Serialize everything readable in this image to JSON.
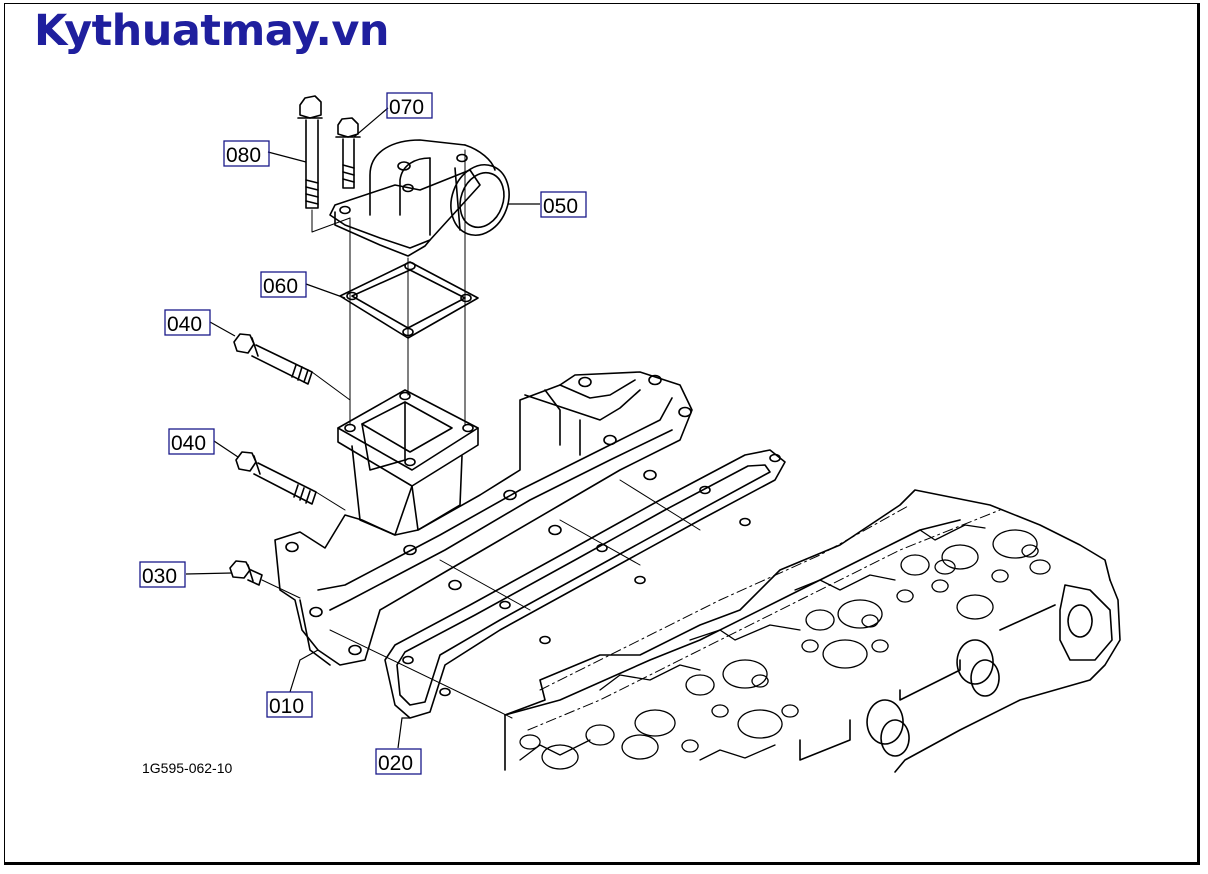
{
  "header": {
    "site_title": "Kythuatmay.vn"
  },
  "diagram": {
    "figure_code": "1G595-062-10",
    "callouts": [
      {
        "id": "080",
        "label": "080"
      },
      {
        "id": "070",
        "label": "070"
      },
      {
        "id": "050",
        "label": "050"
      },
      {
        "id": "060",
        "label": "060"
      },
      {
        "id": "040a",
        "label": "040"
      },
      {
        "id": "040b",
        "label": "040"
      },
      {
        "id": "030",
        "label": "030"
      },
      {
        "id": "010",
        "label": "010"
      },
      {
        "id": "020",
        "label": "020"
      }
    ]
  },
  "colors": {
    "brand": "#1f1f9e",
    "callout_box": "#1a1a8a",
    "line": "#000000"
  }
}
